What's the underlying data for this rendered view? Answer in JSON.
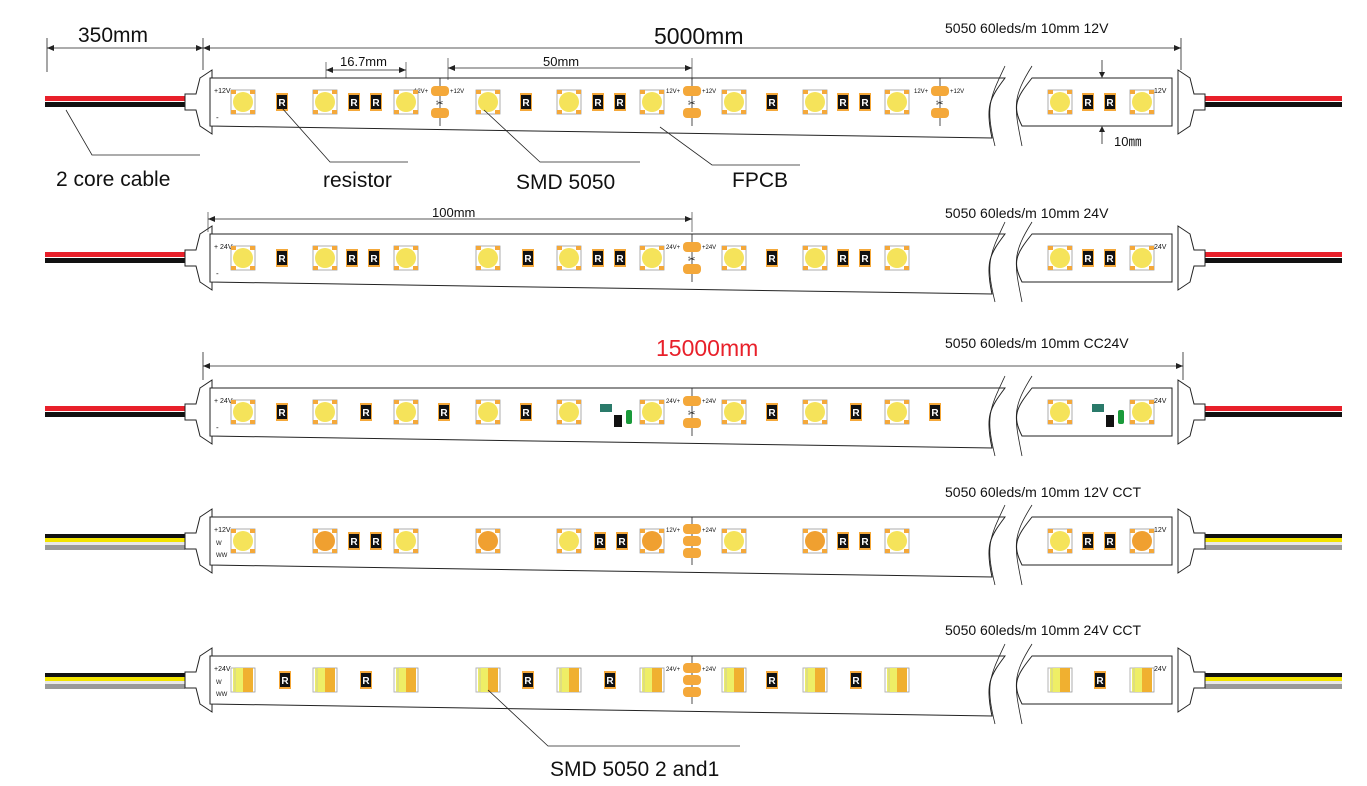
{
  "colors": {
    "red_wire": "#e8202a",
    "black_wire": "#111111",
    "yellow_wire": "#f2e400",
    "white_wire": "#e8e8e8",
    "gray_wire": "#9a9a9a",
    "led_warm": "#f5e35a",
    "led_orange": "#f0a030",
    "pad_orange": "#f4a83a",
    "accent_red": "#e8202a"
  },
  "annotations": {
    "cable_length": "350mm",
    "strip_length": "5000mm",
    "led_pitch": "16.7mm",
    "cut_pitch": "50mm",
    "width_label": "10㎜",
    "width_100": "100mm",
    "strip_length_cc": "15000mm"
  },
  "callouts": {
    "cable": "2 core cable",
    "resistor": "resistor",
    "smd": "SMD 5050",
    "fpcb": "FPCB",
    "smd2in1": "SMD 5050 2 and1"
  },
  "strips": [
    {
      "title": "5050 60leds/m  10mm 12V",
      "wire": "2core",
      "volt": "+12V",
      "type": "std"
    },
    {
      "title": "5050 60leds/m 10mm 24V",
      "wire": "2core",
      "volt": "+ 24V",
      "type": "std24"
    },
    {
      "title": "5050 60leds/m 10mm CC24V",
      "wire": "2core",
      "volt": "+ 24V",
      "type": "cc"
    },
    {
      "title": "5050 60leds/m   10mm 12V CCT",
      "wire": "3core",
      "volt": "+12V",
      "type": "cct"
    },
    {
      "title": "5050 60leds/m  10mm 24V CCT",
      "wire": "3core",
      "volt": "+24V",
      "type": "cct2in1"
    }
  ],
  "labels": {
    "w": "W",
    "ww": "WW",
    "r": "R",
    "minus": "-",
    "v12": "12V+",
    "v24": "24V+",
    "v24b": "24V"
  }
}
